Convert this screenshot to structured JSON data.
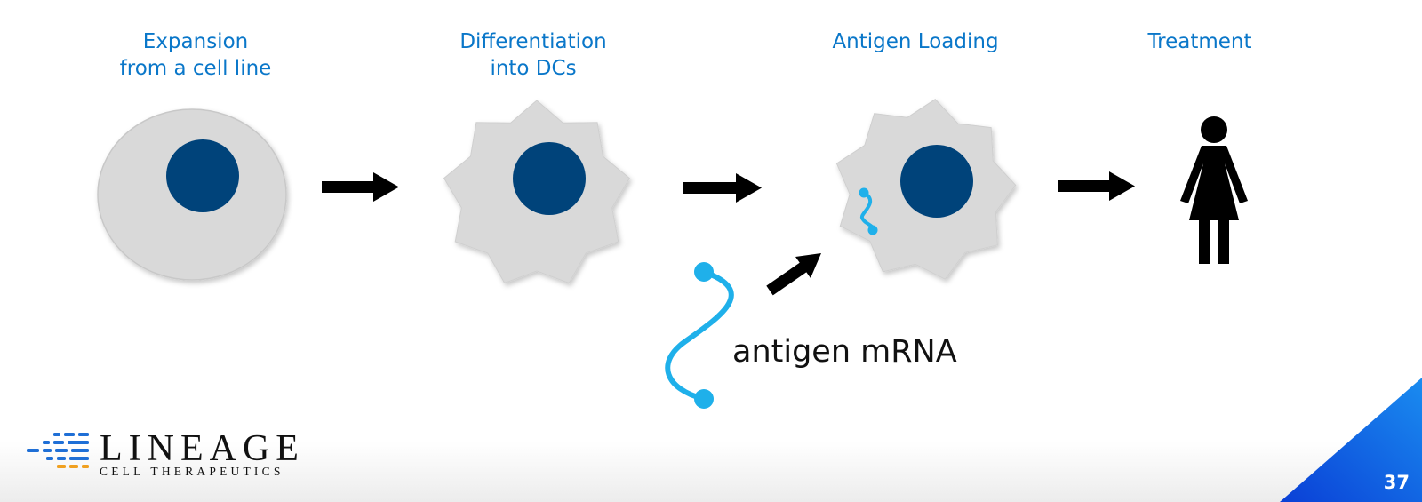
{
  "steps": [
    {
      "title": "Expansion\nfrom a cell line"
    },
    {
      "title": "Differentiation\ninto DCs"
    },
    {
      "title": "Antigen Loading"
    },
    {
      "title": "Treatment"
    }
  ],
  "mrna_label": "antigen mRNA",
  "brand": {
    "name": "LINEAGE",
    "subtitle": "CELL THERAPEUTICS"
  },
  "page_number": "37",
  "colors": {
    "title_blue": "#0a77c9",
    "nucleus": "#00437a",
    "cell": "#d9d9d9",
    "mrna": "#1fb0ea",
    "arrow": "#000000",
    "corner_blue": "#0b58e0"
  }
}
